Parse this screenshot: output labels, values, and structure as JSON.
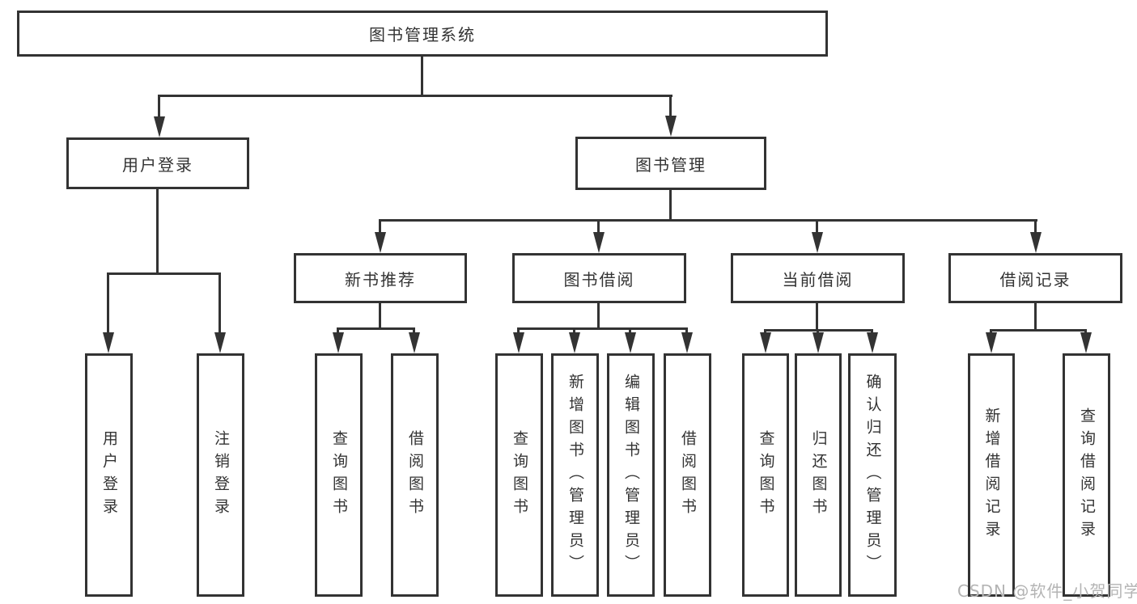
{
  "diagram_title": "图书管理系统",
  "tree": {
    "label": "图书管理系统",
    "children": [
      {
        "label": "用户登录",
        "children": [
          {
            "label": "用户登录"
          },
          {
            "label": "注销登录"
          }
        ]
      },
      {
        "label": "图书管理",
        "children": [
          {
            "label": "新书推荐",
            "children": [
              {
                "label": "查询图书"
              },
              {
                "label": "借阅图书"
              }
            ]
          },
          {
            "label": "图书借阅",
            "children": [
              {
                "label": "查询图书"
              },
              {
                "label": "新增图书（管理员）"
              },
              {
                "label": "编辑图书（管理员）"
              },
              {
                "label": "借阅图书"
              }
            ]
          },
          {
            "label": "当前借阅",
            "children": [
              {
                "label": "查询图书"
              },
              {
                "label": "归还图书"
              },
              {
                "label": "确认归还（管理员）"
              }
            ]
          },
          {
            "label": "借阅记录",
            "children": [
              {
                "label": "新增借阅记录"
              },
              {
                "label": "查询借阅记录"
              }
            ]
          }
        ]
      }
    ]
  },
  "watermark": "CSDN @软件_小贺同学",
  "colors": {
    "line": "#333333",
    "box_border": "#333333",
    "box_background": "#ffffff",
    "text": "#333333",
    "watermark_text": "#b4b4b4",
    "page_background": "#ffffff"
  }
}
